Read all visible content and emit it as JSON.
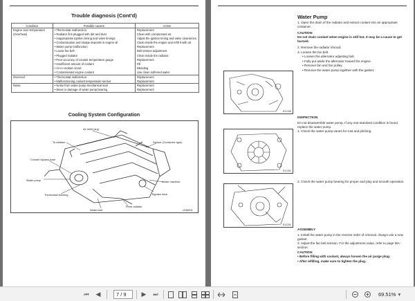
{
  "left_page": {
    "title": "Trouble diagnosis (Cont'd)",
    "table": {
      "headers": [
        "Condition",
        "Possible causes",
        "Action"
      ],
      "rows": [
        {
          "condition": "Engine over temperature",
          "cause": "Thermostat malfunction",
          "action": "Replacement"
        },
        {
          "condition": "(Overheat)",
          "cause": "Radiator fins plugged with dirt and dust",
          "action": "Clean with compressed air."
        },
        {
          "condition": "",
          "cause": "Inappropriate Ignition timing and valve timings",
          "action": "Adjust the ignition timing and valve clearances."
        },
        {
          "condition": "",
          "cause": "Contamination and sludge deposits in engine oil",
          "action": "Clean inside the engine and refill it with oil."
        },
        {
          "condition": "",
          "cause": "Water pump malfunction",
          "action": "Replacement"
        },
        {
          "condition": "",
          "cause": "Loose fan belt",
          "action": "Belt tension adjustment"
        },
        {
          "condition": "",
          "cause": "Plugged radiator",
          "action": "Clean inside the radiator."
        },
        {
          "condition": "",
          "cause": "Poor accuracy of coolant temperature gauge",
          "action": "Replacement"
        },
        {
          "condition": "",
          "cause": "Insufficient amount of coolant",
          "action": "Fill"
        },
        {
          "condition": "",
          "cause": "Air in coolant circuit",
          "action": "Bleeding"
        },
        {
          "condition": "",
          "cause": "Contaminated engine coolant",
          "action": "Use clean softened water."
        },
        {
          "condition": "Overcool",
          "cause": "Thermostat malfunction",
          "action": "Replacement"
        },
        {
          "condition": "",
          "cause": "Malfunctioning coolant temperature sensor",
          "action": "Replacement"
        },
        {
          "condition": "Noise",
          "cause": "Noise from water pump mechanical seal",
          "action": "Replacement"
        },
        {
          "condition": "",
          "cause": "Wear or damage of water pump bearing",
          "action": "Replacement"
        }
      ]
    },
    "section_title": "Cooling System Configuration",
    "figure": {
      "labels": {
        "air_relief": "Air relief plug",
        "to_radiator": "To radiator",
        "sensor": "Sensor (Conductor type)",
        "coolant_bypass": "Coolant bypass hose",
        "water_pump": "Water pump",
        "intake_manifold": "Intake manifold",
        "bypass_hose": "Bypass hose",
        "thermostat_housing": "Thermostat housing",
        "water_inlet": "Water inlet",
        "from_radiator": "From radiator"
      },
      "code": "LDM001"
    }
  },
  "right_page": {
    "title": "Water Pump",
    "steps_removal": [
      {
        "n": "1.",
        "text": "Open the drain of the radiator and extract coolant into an appropriate container."
      }
    ],
    "caution_label": "CAUTION:",
    "caution_text": "Do not drain coolant when engine is still hot. It may be a cause to get burned.",
    "steps_removal_2": [
      {
        "n": "2.",
        "text": "Remove the radiator shroud."
      },
      {
        "n": "3.",
        "text": "Loosen the fan belt."
      }
    ],
    "bullets_3": [
      "Loosen the alternator adjusting bolt.",
      "Fully put aside the alternator toward the engine.",
      "Remove fan and fan pulley.",
      "Remove the water pump together with the gasket."
    ],
    "figure1_code": "ELC90",
    "inspection_label": "INSPECTION",
    "inspection_caution": "Do not disassemble water pump. If any non-standard condition is found, replace the water pump.",
    "inspection_step1": {
      "n": "1.",
      "text": "Check the water pump vanes for rust and pitching."
    },
    "figure2_code": "ELC91",
    "inspection_step2": {
      "n": "2.",
      "text": "Check the water pump bearing for proper and play and smooth operation."
    },
    "figure3_code": "ELC91",
    "assembly_label": "ASSEMBLY",
    "assembly_steps": [
      {
        "n": "1.",
        "text": "Install the water pump in the reverse order of removal. Always use a new gasket."
      },
      {
        "n": "2.",
        "text": "Adjust the fan belt tension. For the adjustment value, refer to page MA-section."
      }
    ],
    "caution2_label": "CAUTION:",
    "caution2_bullets": [
      "Before filling with coolant, always loosen the air purge plug.",
      "After refilling, make sure to tighten the plug."
    ]
  },
  "toolbar": {
    "page_value": "7 / 9",
    "zoom": "69.51%",
    "zoom_caret": "▾"
  }
}
